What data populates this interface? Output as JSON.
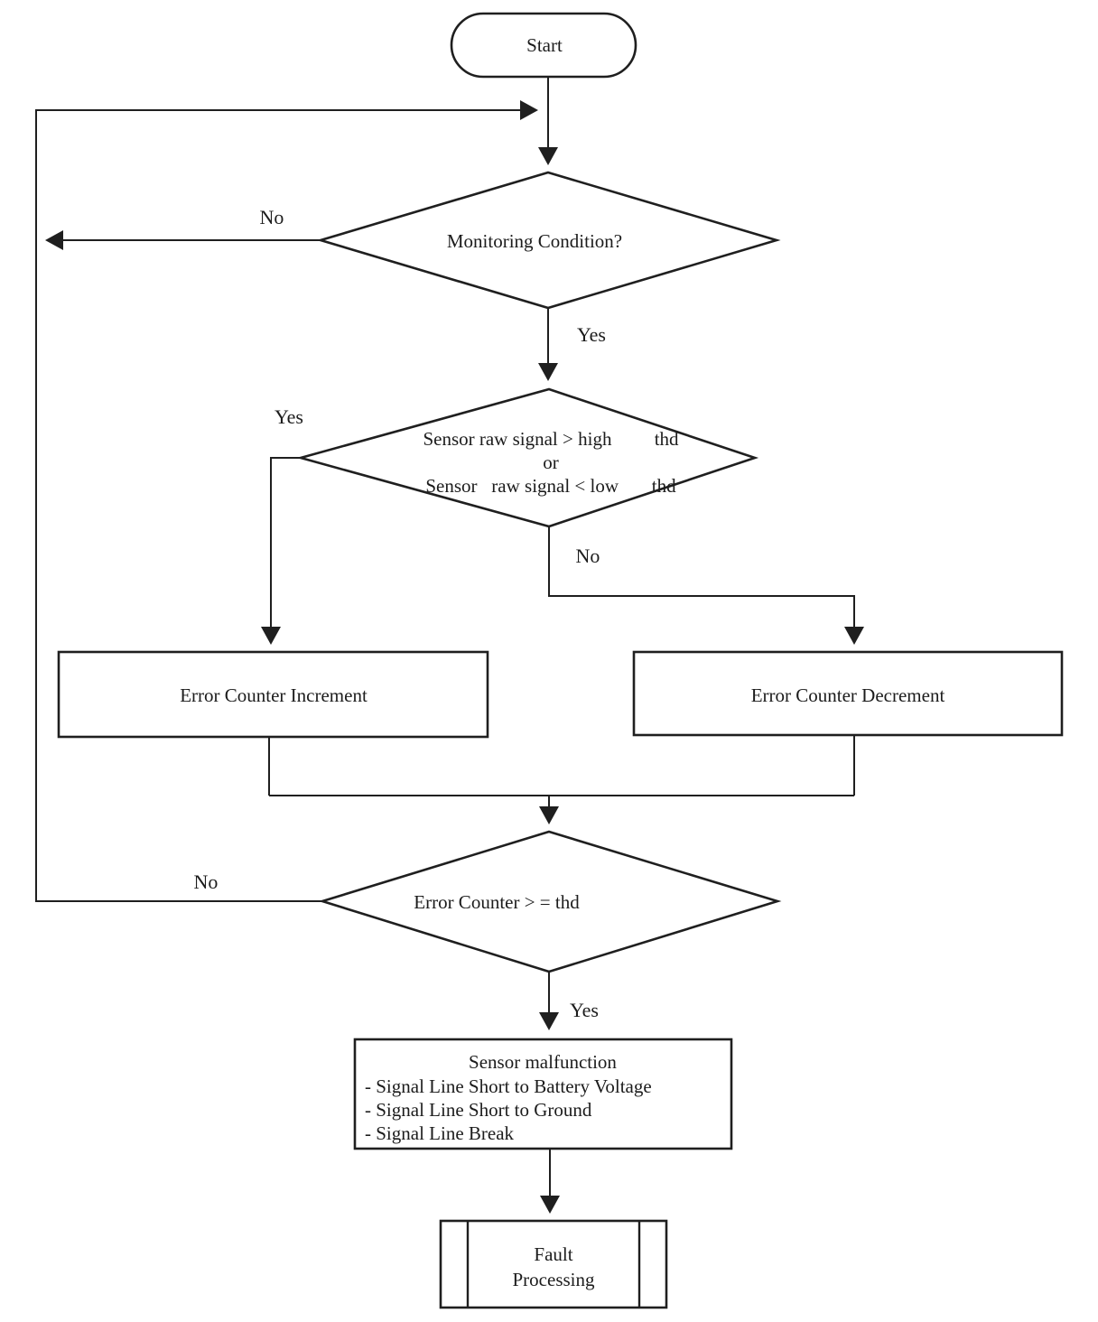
{
  "page": {
    "background": "#ffffff",
    "ink": "#1f1f1f"
  },
  "flowchart": {
    "nodes": {
      "start": {
        "shape": "terminator",
        "label": "Start"
      },
      "monitoring_condition": {
        "shape": "decision",
        "label": "Monitoring Condition?"
      },
      "signal_threshold": {
        "shape": "decision",
        "lines": [
          "Sensor raw signal > high         thd",
          "or",
          "Sensor   raw signal < low       thd"
        ]
      },
      "error_counter_increment": {
        "shape": "process",
        "label": "Error Counter Increment"
      },
      "error_counter_decrement": {
        "shape": "process",
        "label": "Error Counter Decrement"
      },
      "error_counter_threshold": {
        "shape": "decision",
        "label": "Error Counter > = thd"
      },
      "sensor_malfunction": {
        "shape": "process",
        "title": "Sensor malfunction",
        "items": [
          "- Signal Line Short to Battery Voltage",
          "- Signal Line Short to Ground",
          "- Signal Line Break"
        ]
      },
      "fault_processing": {
        "shape": "predefined-process",
        "lines": [
          "Fault",
          "Processing"
        ]
      }
    },
    "edge_labels": {
      "monitoring_no": "No",
      "monitoring_yes": "Yes",
      "signal_yes": "Yes",
      "signal_no": "No",
      "counter_no": "No",
      "counter_yes": "Yes"
    }
  }
}
